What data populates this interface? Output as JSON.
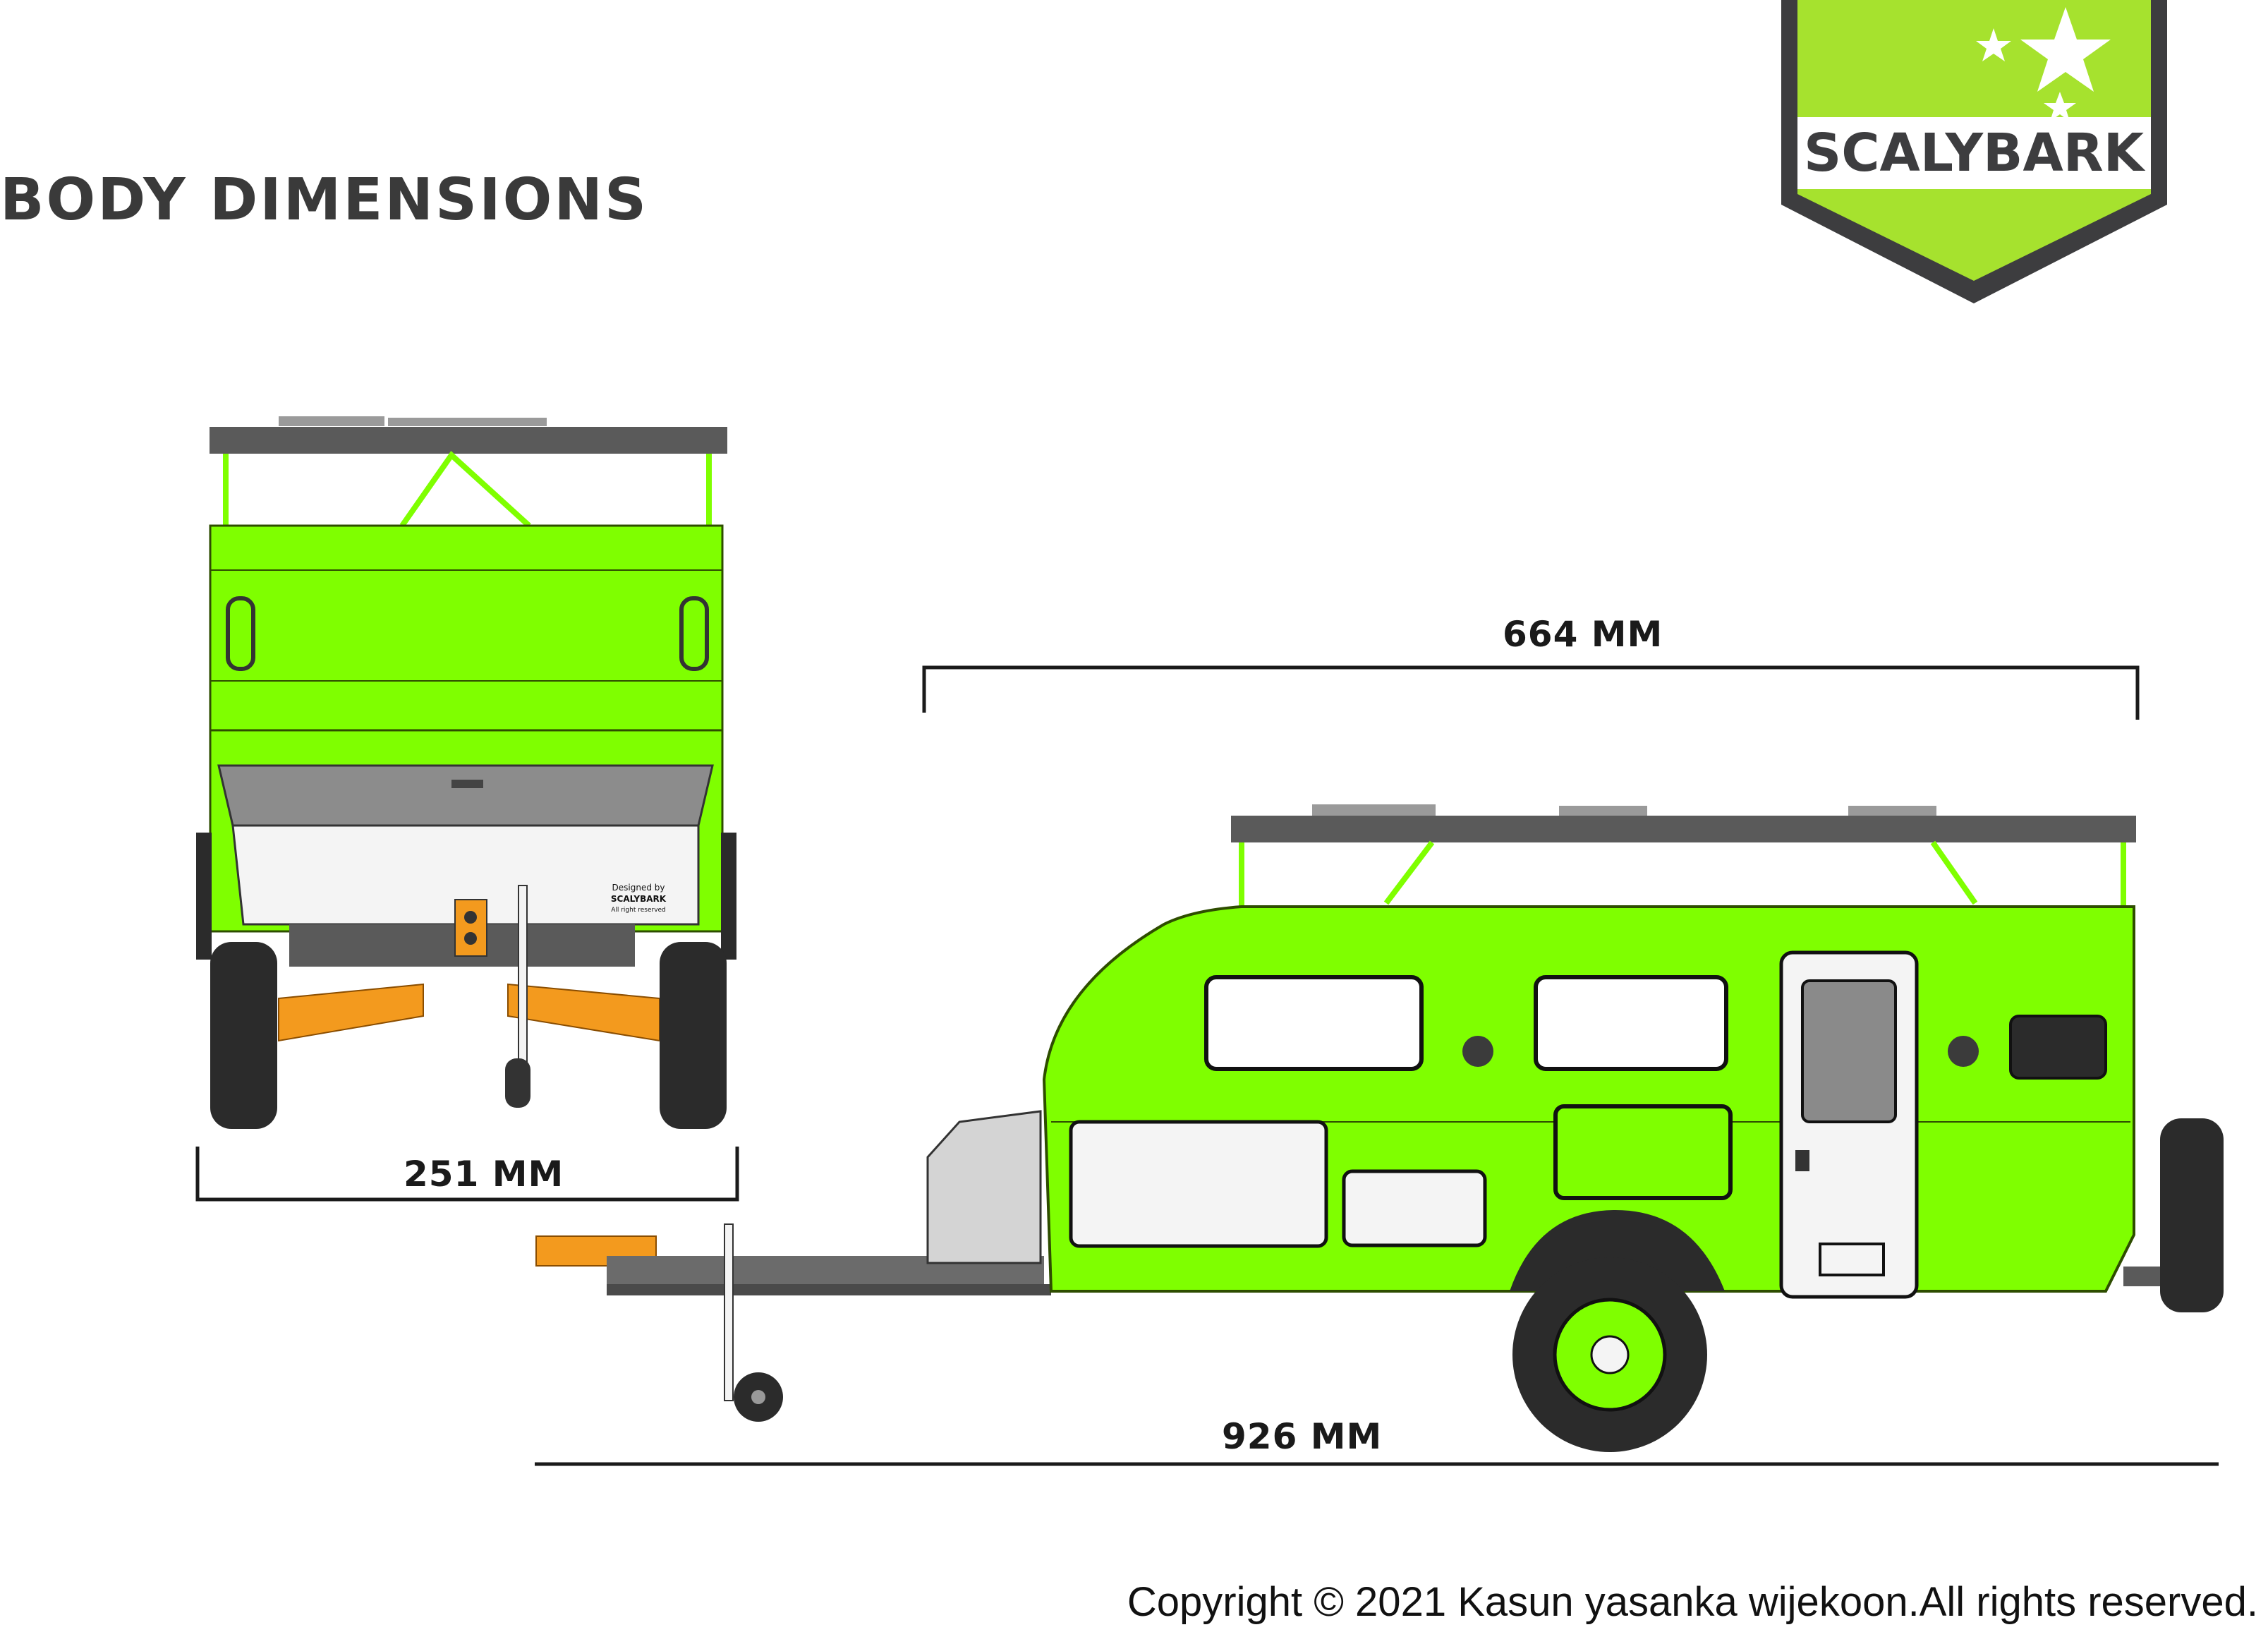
{
  "header": {
    "title": "BODY DIMENSIONS"
  },
  "logo": {
    "brand": "SCALYBARK",
    "icon": "star-shield-icon",
    "accent_color": "#a6e22e",
    "frame_color": "#3d3d3f"
  },
  "dimensions": {
    "rear_width": "251 MM",
    "body_length": "664 MM",
    "overall_length": "926 MM"
  },
  "rear_panel_badge": {
    "line1": "Designed by",
    "line2": "SCALYBARK",
    "line3": "All right reserved"
  },
  "colors": {
    "body_green": "#7fff00",
    "frame_gray": "#5a5a5a",
    "suspension_orange": "#f39a1e",
    "panel_white": "#f4f4f4"
  },
  "footer": {
    "copyright": "Copyright © 2021 Kasun yasanka wijekoon.All rights reserved."
  }
}
